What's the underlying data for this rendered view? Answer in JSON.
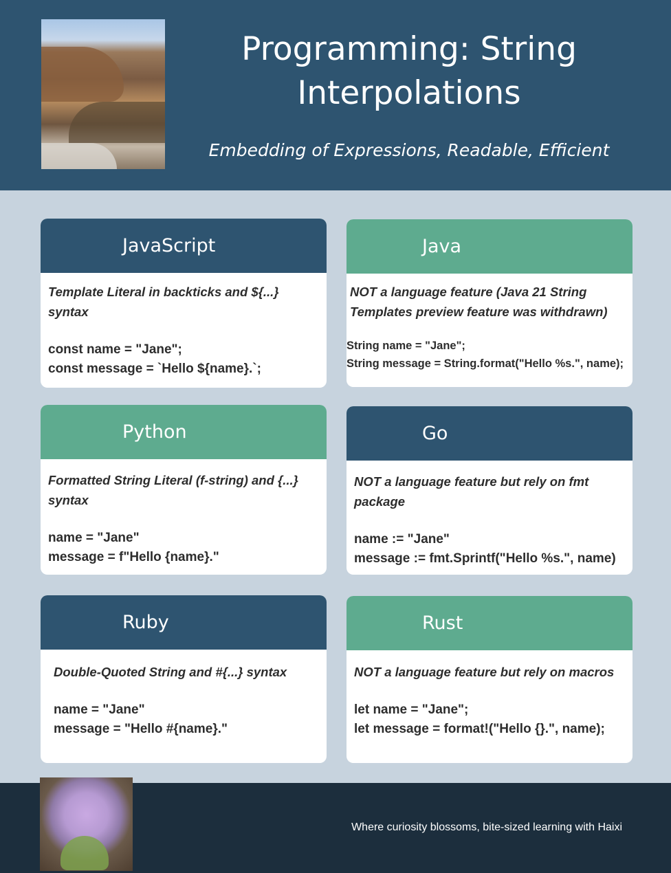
{
  "header": {
    "title": "Programming: String Interpolations",
    "subtitle": "Embedding of Expressions, Readable, Efficient"
  },
  "cards": [
    {
      "language": "JavaScript",
      "description": "Template Literal in backticks and ${...} syntax",
      "code": "const name = \"Jane\";\nconst message = `Hello ${name}.`;"
    },
    {
      "language": "Java",
      "description": "NOT a language feature (Java 21 String Templates preview feature was withdrawn)",
      "code": "String name = \"Jane\";\nString message = String.format(\"Hello %s.\", name);"
    },
    {
      "language": "Python",
      "description": "Formatted String Literal (f-string) and {...} syntax",
      "code": "name = \"Jane\"\nmessage = f\"Hello {name}.\""
    },
    {
      "language": "Go",
      "description": "NOT a language feature but rely on fmt package",
      "code": "name := \"Jane\"\nmessage := fmt.Sprintf(\"Hello %s.\", name)"
    },
    {
      "language": "Ruby",
      "description": "Double-Quoted String and #{...} syntax",
      "code": "name = \"Jane\"\nmessage = \"Hello #{name}.\""
    },
    {
      "language": "Rust",
      "description": "NOT a language feature but rely on macros",
      "code": "let name = \"Jane\";\nlet message = format!(\"Hello {}.\", name);"
    }
  ],
  "footer": {
    "tagline": "Where curiosity blossoms, bite-sized learning with Haixi"
  },
  "colors": {
    "header_bg": "#2e5470",
    "page_bg": "#c7d3de",
    "green_accent": "#5eab8f",
    "footer_bg": "#1c2e3d"
  }
}
